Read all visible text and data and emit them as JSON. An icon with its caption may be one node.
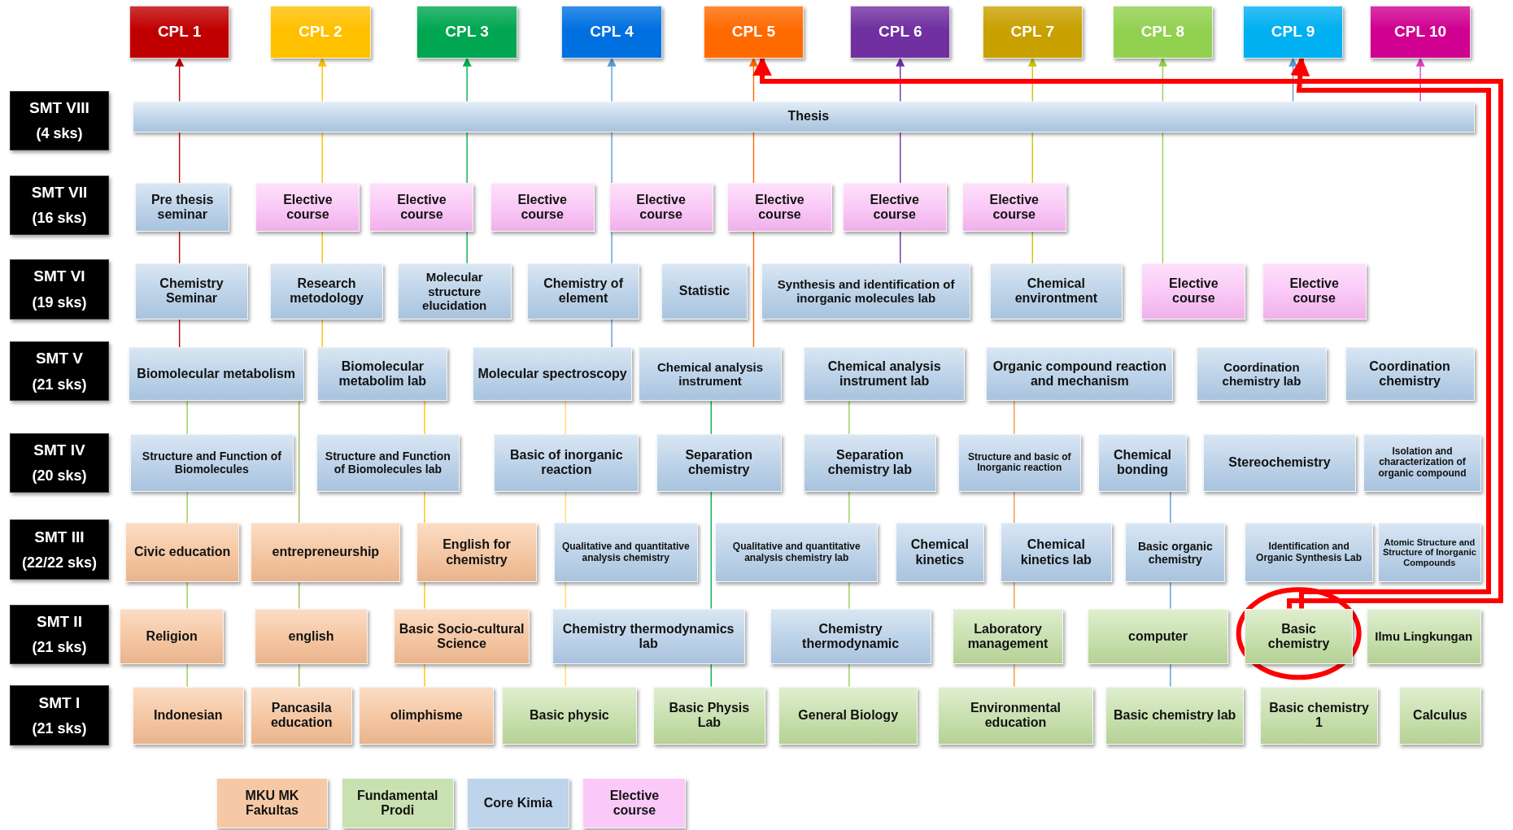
{
  "diagram": {
    "nodes": [
      {
        "text": [
          "CPL 1"
        ]
      },
      {
        "text": [
          "CPL 2"
        ]
      },
      {
        "text": [
          "CPL 3"
        ]
      },
      {
        "text": [
          "CPL 4"
        ]
      },
      {
        "text": [
          "CPL 5"
        ]
      },
      {
        "text": [
          "CPL 6"
        ]
      },
      {
        "text": [
          "CPL 7"
        ]
      },
      {
        "text": [
          "CPL 8"
        ]
      },
      {
        "text": [
          "CPL 9"
        ]
      },
      {
        "text": [
          "CPL 10"
        ]
      },
      {
        "text": [
          "SMT VIII",
          "(4 sks)"
        ]
      },
      {
        "text": [
          "Thesis"
        ]
      },
      {
        "text": [
          "SMT VII",
          "(16 sks)"
        ]
      },
      {
        "text": [
          "Pre thesis seminar"
        ]
      },
      {
        "text": [
          "Elective course"
        ]
      },
      {
        "text": [
          "Elective course"
        ]
      },
      {
        "text": [
          "Elective course"
        ]
      },
      {
        "text": [
          "Elective course"
        ]
      },
      {
        "text": [
          "Elective course"
        ]
      },
      {
        "text": [
          "Elective course"
        ]
      },
      {
        "text": [
          "Elective course"
        ]
      },
      {
        "text": [
          "SMT VI",
          "(19 sks)"
        ]
      },
      {
        "text": [
          "Chemistry Seminar"
        ]
      },
      {
        "text": [
          "Research metodology"
        ]
      },
      {
        "text": [
          "Molecular structure elucidation"
        ]
      },
      {
        "text": [
          "Chemistry of element"
        ]
      },
      {
        "text": [
          "Statistic"
        ]
      },
      {
        "text": [
          "Synthesis and identification of inorganic molecules lab"
        ]
      },
      {
        "text": [
          "Chemical environtment"
        ]
      },
      {
        "text": [
          "Elective course"
        ]
      },
      {
        "text": [
          "Elective course"
        ]
      },
      {
        "text": [
          "SMT V",
          "(21 sks)"
        ]
      },
      {
        "text": [
          "Biomolecular metabolism"
        ]
      },
      {
        "text": [
          "Biomolecular metabolim lab"
        ]
      },
      {
        "text": [
          "Molecular spectroscopy"
        ]
      },
      {
        "text": [
          "Chemical analysis instrument"
        ]
      },
      {
        "text": [
          "Chemical analysis instrument lab"
        ]
      },
      {
        "text": [
          "Organic compound reaction and mechanism"
        ]
      },
      {
        "text": [
          "Coordination chemistry lab"
        ]
      },
      {
        "text": [
          "Coordination chemistry"
        ]
      },
      {
        "text": [
          "SMT IV",
          "(20 sks)"
        ]
      },
      {
        "text": [
          "Structure and Function of Biomolecules"
        ]
      },
      {
        "text": [
          "Structure and Function of Biomolecules lab"
        ]
      },
      {
        "text": [
          "Basic of inorganic reaction"
        ]
      },
      {
        "text": [
          "Separation chemistry"
        ]
      },
      {
        "text": [
          "Separation chemistry lab"
        ]
      },
      {
        "text": [
          "Structure and basic of Inorganic reaction"
        ]
      },
      {
        "text": [
          "Chemical bonding"
        ]
      },
      {
        "text": [
          "Stereochemistry"
        ]
      },
      {
        "text": [
          "Isolation and characterization of organic compound"
        ]
      },
      {
        "text": [
          "SMT III",
          "(22/22 sks)"
        ]
      },
      {
        "text": [
          "Civic education"
        ]
      },
      {
        "text": [
          "entrepreneurship"
        ]
      },
      {
        "text": [
          "English for chemistry"
        ]
      },
      {
        "text": [
          "Qualitative and quantitative analysis chemistry"
        ]
      },
      {
        "text": [
          "Qualitative and quantitative analysis chemistry lab"
        ]
      },
      {
        "text": [
          "Chemical kinetics"
        ]
      },
      {
        "text": [
          "Chemical kinetics lab"
        ]
      },
      {
        "text": [
          "Basic organic chemistry"
        ]
      },
      {
        "text": [
          "Identification and Organic Synthesis Lab"
        ]
      },
      {
        "text": [
          "Atomic Structure and Structure of Inorganic Compounds"
        ]
      },
      {
        "text": [
          "SMT II",
          "(21 sks)"
        ]
      },
      {
        "text": [
          "Religion"
        ]
      },
      {
        "text": [
          "english"
        ]
      },
      {
        "text": [
          "Basic Socio-cultural Science"
        ]
      },
      {
        "text": [
          "Chemistry thermodynamics lab"
        ]
      },
      {
        "text": [
          "Chemistry thermodynamic"
        ]
      },
      {
        "text": [
          "Laboratory management"
        ]
      },
      {
        "text": [
          "computer"
        ]
      },
      {
        "text": [
          "Basic chemistry"
        ]
      },
      {
        "text": [
          "Ilmu Lingkungan"
        ]
      },
      {
        "text": [
          "SMT I",
          "(21 sks)"
        ]
      },
      {
        "text": [
          "Indonesian"
        ]
      },
      {
        "text": [
          "Pancasila education"
        ]
      },
      {
        "text": [
          "olimphisme"
        ]
      },
      {
        "text": [
          "Basic physic"
        ]
      },
      {
        "text": [
          "Basic Physis Lab"
        ]
      },
      {
        "text": [
          "General Biology"
        ]
      },
      {
        "text": [
          "Environmental education"
        ]
      },
      {
        "text": [
          "Basic chemistry lab"
        ]
      },
      {
        "text": [
          "Basic chemistry 1"
        ]
      },
      {
        "text": [
          "Calculus"
        ]
      }
    ],
    "edges": [
      {
        "from": 11,
        "to": 0,
        "arrow": "to",
        "color": "#c00000"
      },
      {
        "from": 13,
        "to": 11,
        "arrow": "none",
        "color": "#c00000"
      },
      {
        "from": 22,
        "to": 13,
        "arrow": "none",
        "color": "#c00000"
      },
      {
        "from": 32,
        "to": 22,
        "arrow": "none",
        "color": "#c00000"
      },
      {
        "from": 11,
        "to": 1,
        "arrow": "to",
        "color": "#ffc000"
      },
      {
        "from": 14,
        "to": 11,
        "arrow": "none",
        "color": "#ffc000"
      },
      {
        "from": 23,
        "to": 14,
        "arrow": "none",
        "color": "#ffc000"
      },
      {
        "from": 33,
        "to": 23,
        "arrow": "none",
        "color": "#ffc000"
      },
      {
        "from": 11,
        "to": 2,
        "arrow": "to",
        "color": "#00b050"
      },
      {
        "from": 15,
        "to": 11,
        "arrow": "none",
        "color": "#00b050"
      },
      {
        "from": 24,
        "to": 15,
        "arrow": "none",
        "color": "#00b050"
      },
      {
        "from": 11,
        "to": 3,
        "arrow": "to",
        "color": "#5b9bd5"
      },
      {
        "from": 17,
        "to": 11,
        "arrow": "none",
        "color": "#5b9bd5"
      },
      {
        "from": 25,
        "to": 17,
        "arrow": "none",
        "color": "#5b9bd5"
      },
      {
        "from": 34,
        "to": 25,
        "arrow": "none",
        "color": "#5b9bd5"
      },
      {
        "from": 11,
        "to": 4,
        "arrow": "to",
        "color": "#ff6600"
      },
      {
        "from": 18,
        "to": 11,
        "arrow": "none",
        "color": "#ff6600"
      },
      {
        "from": 35,
        "to": 18,
        "arrow": "none",
        "color": "#ff6600"
      },
      {
        "from": 11,
        "to": 5,
        "arrow": "to",
        "color": "#7030a0"
      },
      {
        "from": 19,
        "to": 11,
        "arrow": "none",
        "color": "#7030a0"
      },
      {
        "from": 27,
        "to": 19,
        "arrow": "none",
        "color": "#7030a0"
      },
      {
        "from": 11,
        "to": 6,
        "arrow": "to",
        "color": "#c9c400"
      },
      {
        "from": 20,
        "to": 11,
        "arrow": "none",
        "color": "#c9c400"
      },
      {
        "from": 28,
        "to": 20,
        "arrow": "none",
        "color": "#c9c400"
      },
      {
        "from": 11,
        "to": 7,
        "arrow": "to",
        "color": "#92d050"
      },
      {
        "from": 29,
        "to": 11,
        "arrow": "none",
        "color": "#92d050"
      },
      {
        "from": 11,
        "to": 8,
        "arrow": "to",
        "color": "#5b9bd5"
      },
      {
        "from": 11,
        "to": 9,
        "arrow": "to",
        "color": "#e040c0"
      },
      {
        "from": 69,
        "to": 4,
        "arrow": "to",
        "style": "thick",
        "color": "#ff0000"
      },
      {
        "from": 69,
        "to": 8,
        "arrow": "to",
        "style": "thick",
        "color": "#ff0000"
      },
      {
        "from": 41,
        "to": 32,
        "arrow": "none",
        "color": "#92d050"
      },
      {
        "from": 51,
        "to": 41,
        "arrow": "none",
        "color": "#92d050"
      },
      {
        "from": 62,
        "to": 51,
        "arrow": "none",
        "color": "#92d050"
      },
      {
        "from": 72,
        "to": 62,
        "arrow": "none",
        "color": "#92d050"
      },
      {
        "from": 52,
        "to": 32,
        "arrow": "none",
        "color": "#9bbb59"
      },
      {
        "from": 63,
        "to": 52,
        "arrow": "none",
        "color": "#9bbb59"
      },
      {
        "from": 73,
        "to": 63,
        "arrow": "none",
        "color": "#9bbb59"
      },
      {
        "from": 42,
        "to": 33,
        "arrow": "none",
        "color": "#ffc000"
      },
      {
        "from": 53,
        "to": 42,
        "arrow": "none",
        "color": "#ffc000"
      },
      {
        "from": 64,
        "to": 53,
        "arrow": "none",
        "color": "#ffc000"
      },
      {
        "from": 74,
        "to": 64,
        "arrow": "none",
        "color": "#ffc000"
      },
      {
        "from": 43,
        "to": 34,
        "arrow": "none",
        "color": "#ffd966"
      },
      {
        "from": 54,
        "to": 43,
        "arrow": "none",
        "color": "#ffd966"
      },
      {
        "from": 65,
        "to": 54,
        "arrow": "none",
        "color": "#ffd966"
      },
      {
        "from": 75,
        "to": 65,
        "arrow": "none",
        "color": "#ffd966"
      },
      {
        "from": 44,
        "to": 35,
        "arrow": "none",
        "color": "#00b050"
      },
      {
        "from": 65,
        "to": 44,
        "arrow": "none",
        "color": "#00b050"
      },
      {
        "from": 76,
        "to": 65,
        "arrow": "none",
        "color": "#00b050"
      },
      {
        "from": 45,
        "to": 36,
        "arrow": "none",
        "color": "#92d050"
      },
      {
        "from": 55,
        "to": 45,
        "arrow": "none",
        "color": "#92d050"
      },
      {
        "from": 66,
        "to": 55,
        "arrow": "none",
        "color": "#92d050"
      },
      {
        "from": 77,
        "to": 66,
        "arrow": "none",
        "color": "#92d050"
      },
      {
        "from": 46,
        "to": 37,
        "arrow": "none",
        "color": "#f79646"
      },
      {
        "from": 57,
        "to": 46,
        "arrow": "none",
        "color": "#f79646"
      },
      {
        "from": 67,
        "to": 57,
        "arrow": "none",
        "color": "#f79646"
      },
      {
        "from": 78,
        "to": 67,
        "arrow": "none",
        "color": "#f79646"
      },
      {
        "from": 58,
        "to": 47,
        "arrow": "none",
        "color": "#5b9bd5"
      },
      {
        "from": 68,
        "to": 58,
        "arrow": "none",
        "color": "#5b9bd5"
      },
      {
        "from": 79,
        "to": 68,
        "arrow": "none",
        "color": "#5b9bd5"
      }
    ],
    "legend": [
      {
        "text": "MKU MK Fakultas",
        "color": "#f5c9a6"
      },
      {
        "text": "Fundamental Prodi",
        "color": "#c9e0b0"
      },
      {
        "text": "Core Kimia",
        "color": "#bdd4ea"
      },
      {
        "text": "Elective course",
        "color": "#fbc9f7"
      }
    ]
  }
}
